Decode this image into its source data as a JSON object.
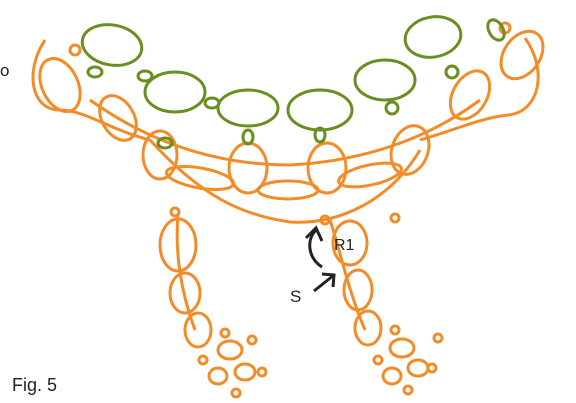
{
  "figure": {
    "caption": "Fig. 5",
    "labels": {
      "ring": "R1",
      "start": "S",
      "edge": "o"
    }
  },
  "colors": {
    "orange": "#f28c28",
    "green": "#6b8e23",
    "ink": "#222222",
    "background": "#ffffff"
  },
  "icons": {
    "direction_arrow": "curved-arrow-icon",
    "start_arrow": "arrow-icon"
  }
}
